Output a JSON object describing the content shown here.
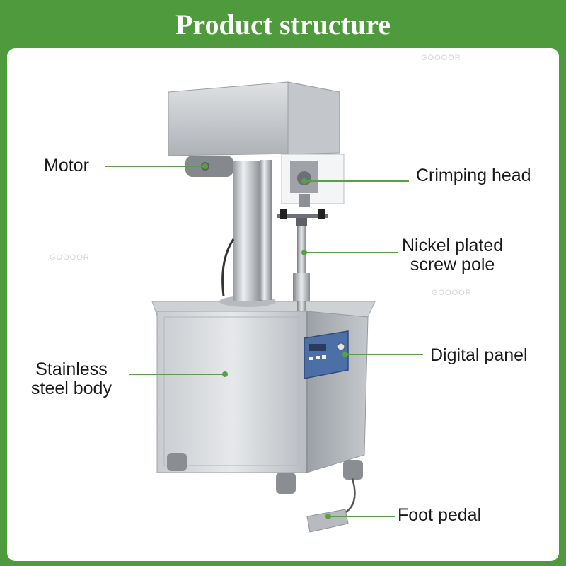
{
  "title": "Product structure",
  "watermark": "GOOOOR",
  "colors": {
    "background": "#4e9a3c",
    "leader_line": "#5a9e48",
    "steel_light": "#d9dbdd",
    "steel_dark": "#8e9297"
  },
  "labels": {
    "motor": "Motor",
    "crimping_head": "Crimping head",
    "screw_pole_line1": "Nickel plated",
    "screw_pole_line2": "screw pole",
    "digital_panel": "Digital panel",
    "body_line1": "Stainless",
    "body_line2": "steel body",
    "foot_pedal": "Foot pedal"
  }
}
